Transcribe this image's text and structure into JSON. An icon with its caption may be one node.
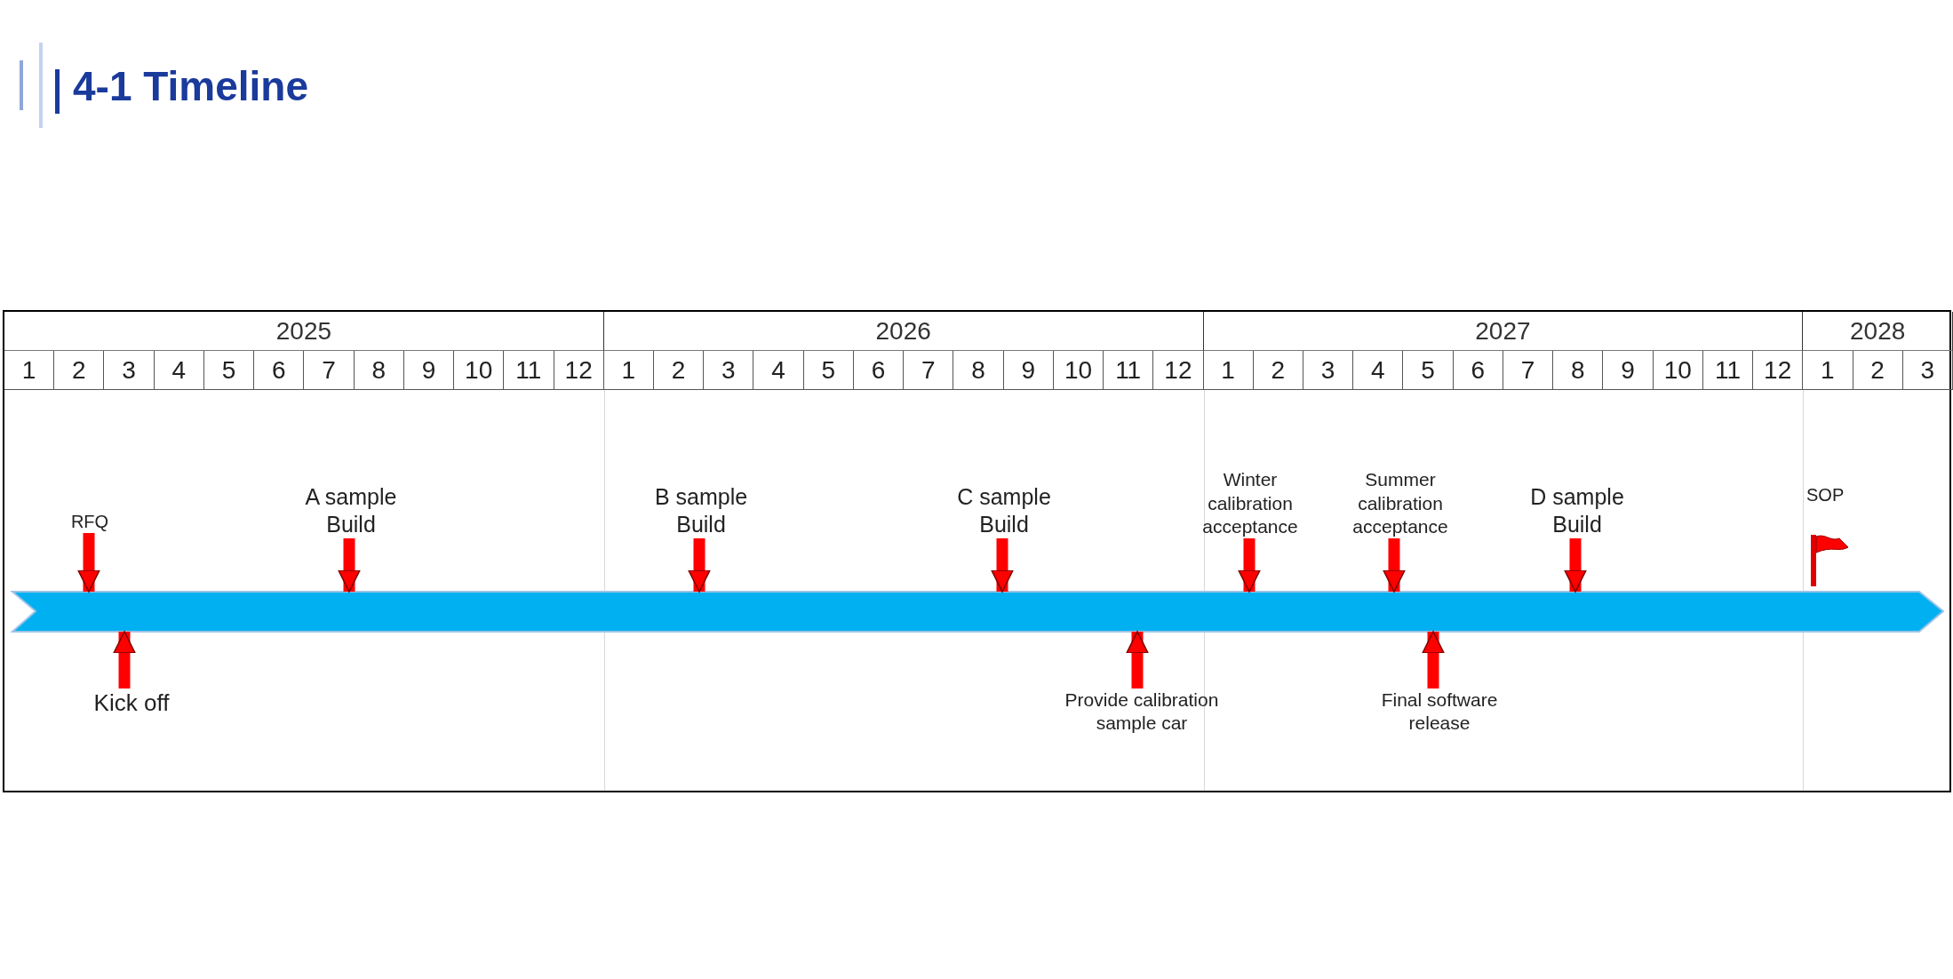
{
  "diagram": {
    "title": "4-1 Timeline",
    "nodes": [
      {
        "text": [
          "RFQ"
        ]
      },
      {
        "text": [
          "A sample Build"
        ]
      },
      {
        "text": [
          "B sample Build"
        ]
      },
      {
        "text": [
          "C sample Build"
        ]
      },
      {
        "text": [
          "Winter calibration acceptance"
        ]
      },
      {
        "text": [
          "Summer calibration acceptance"
        ]
      },
      {
        "text": [
          "D sample Build"
        ]
      },
      {
        "text": [],
        "shape": "bar"
      },
      {
        "text": [
          "Kick off"
        ]
      },
      {
        "text": [
          "Provide calibration sample car"
        ]
      },
      {
        "text": [
          "Final software release"
        ]
      }
    ],
    "edges": [
      {
        "from": 0,
        "to": 7,
        "arrow": "to"
      },
      {
        "from": 1,
        "to": 7,
        "arrow": "to"
      },
      {
        "from": 2,
        "to": 7,
        "arrow": "to"
      },
      {
        "from": 3,
        "to": 7,
        "arrow": "to"
      },
      {
        "from": 4,
        "to": 7,
        "arrow": "to"
      },
      {
        "from": 5,
        "to": 7,
        "arrow": "to"
      },
      {
        "from": 6,
        "to": 7,
        "arrow": "to"
      },
      {
        "from": 8,
        "to": 7,
        "arrow": "to"
      },
      {
        "from": 9,
        "to": 7,
        "arrow": "to"
      },
      {
        "from": 10,
        "to": 7,
        "arrow": "to"
      }
    ],
    "labels": [
      "2025",
      "2026",
      "2027",
      "2028",
      "1",
      "2",
      "3",
      "4",
      "5",
      "6",
      "7",
      "8",
      "9",
      "10",
      "11",
      "12",
      "1",
      "2",
      "3",
      "4",
      "5",
      "6",
      "7",
      "8",
      "9",
      "10",
      "11",
      "12",
      "1",
      "2",
      "3",
      "4",
      "5",
      "6",
      "7",
      "8",
      "9",
      "10",
      "11",
      "12",
      "1",
      "2",
      "3",
      "SOP"
    ]
  }
}
